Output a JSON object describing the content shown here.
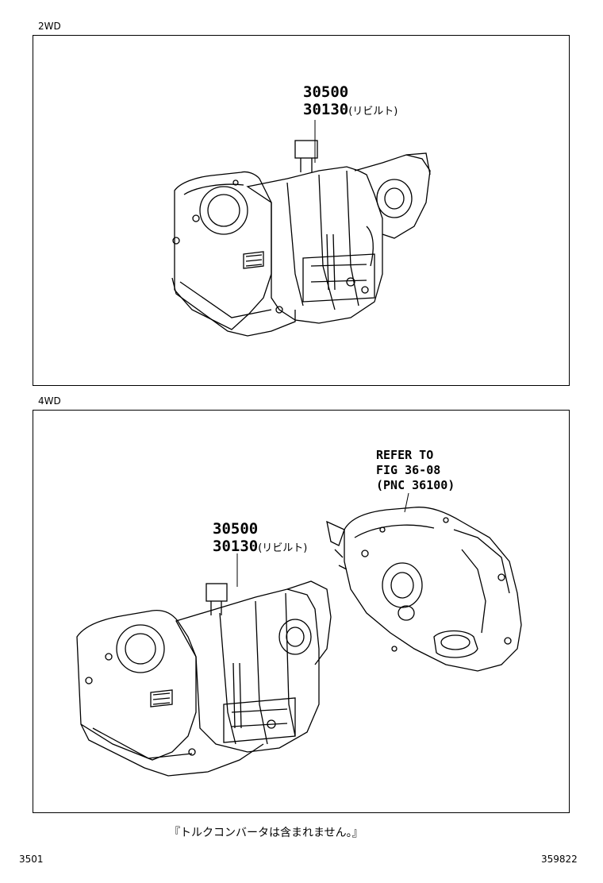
{
  "sections": [
    {
      "label": "2WD",
      "part_numbers": [
        "30500",
        "30130"
      ],
      "rebuilt_suffix": "(リビルト)"
    },
    {
      "label": "4WD",
      "part_numbers": [
        "30500",
        "30130"
      ],
      "rebuilt_suffix": "(リビルト)",
      "reference": [
        "REFER TO",
        "FIG 36-08",
        "(PNC 36100)"
      ]
    }
  ],
  "footnote": "『トルクコンバータは含まれません。』",
  "page_code": "3501",
  "figure_id": "359822"
}
